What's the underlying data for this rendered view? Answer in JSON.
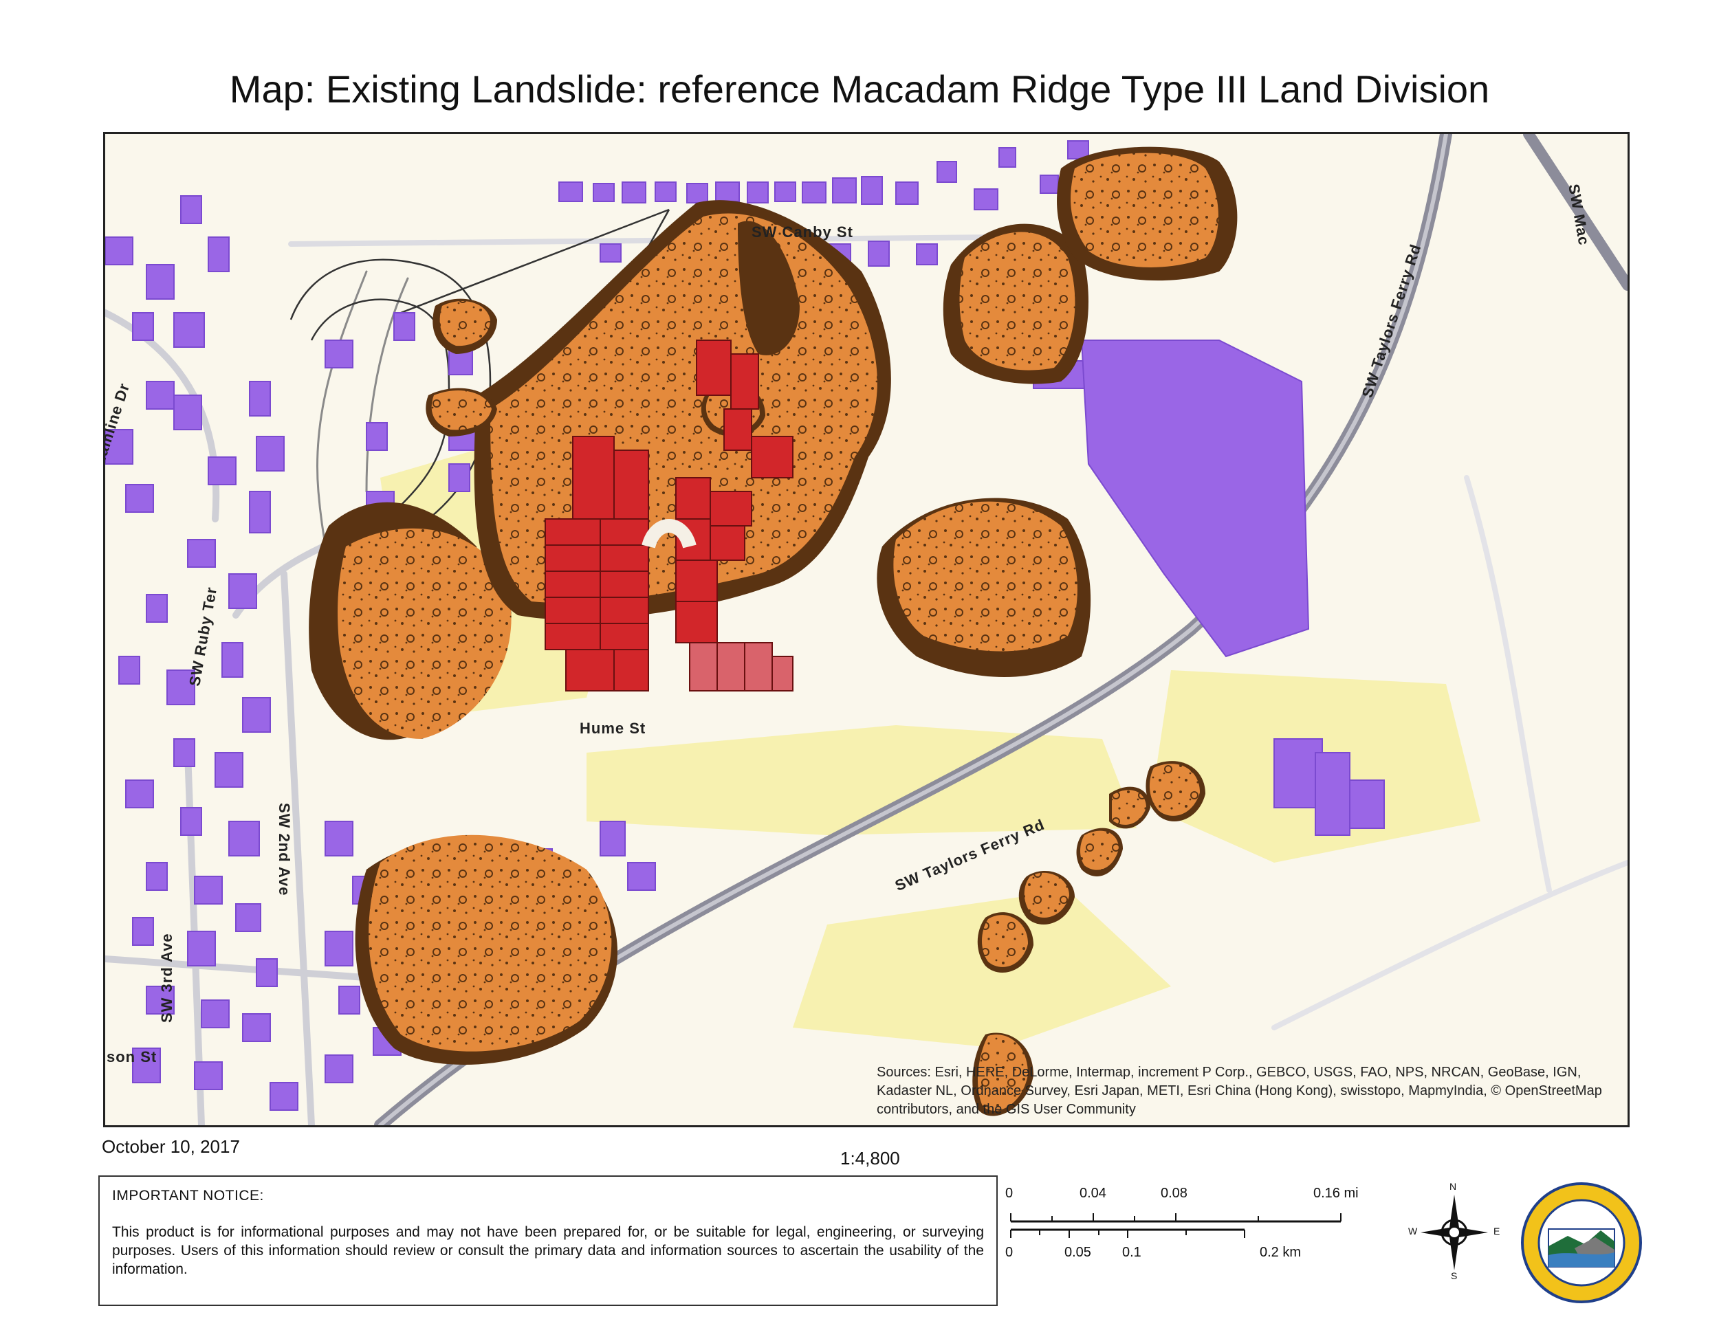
{
  "title": "Map:  Existing Landslide:  reference Macadam Ridge Type III Land Division",
  "streets": {
    "canby": "SW Canby St",
    "taylors_ferry_upper": "SW Taylors Ferry Rd",
    "taylors_ferry_lower": "SW Taylors Ferry Rd",
    "ruby_ter": "SW Ruby Ter",
    "second_ave": "SW 2nd Ave",
    "third_ave": "SW 3rd Ave",
    "hume": "Hume St",
    "hamline": "Hamline Dr",
    "nebraska_partial": "son St",
    "edge_partial": "SW Mac"
  },
  "sources_text": "Sources: Esri, HERE, DeLorme, Intermap, increment P Corp., GEBCO, USGS, FAO, NPS, NRCAN, GeoBase, IGN, Kadaster NL, Ordnance Survey, Esri Japan, METI, Esri China (Hong Kong), swisstopo, MapmyIndia, © OpenStreetMap contributors, and the GIS User Community",
  "date": "October 10, 2017",
  "scale_ratio": "1:4,800",
  "notice": {
    "heading": "IMPORTANT NOTICE:",
    "body": "This product is for informational purposes and may not have been prepared for, or be suitable for legal, engineering, or surveying purposes. Users of this information should review or consult the primary data and information sources to ascertain the usability of the information."
  },
  "scalebar": {
    "miles": [
      "0",
      "0.04",
      "0.08",
      "0.16 mi"
    ],
    "km": [
      "0",
      "0.05",
      "0.1",
      "0.2 km"
    ]
  },
  "compass": {
    "n": "N",
    "s": "S",
    "e": "E",
    "w": "W"
  },
  "colors": {
    "landslide_fill": "#e48a3c",
    "landslide_shadow": "#5a3312",
    "buildings": "#9a66e6",
    "lots": "#d2262a",
    "lots_light": "#d9636b",
    "road": "#8c8c9a",
    "yellow_zone": "#f7f1b0",
    "background": "#faf7ec"
  }
}
